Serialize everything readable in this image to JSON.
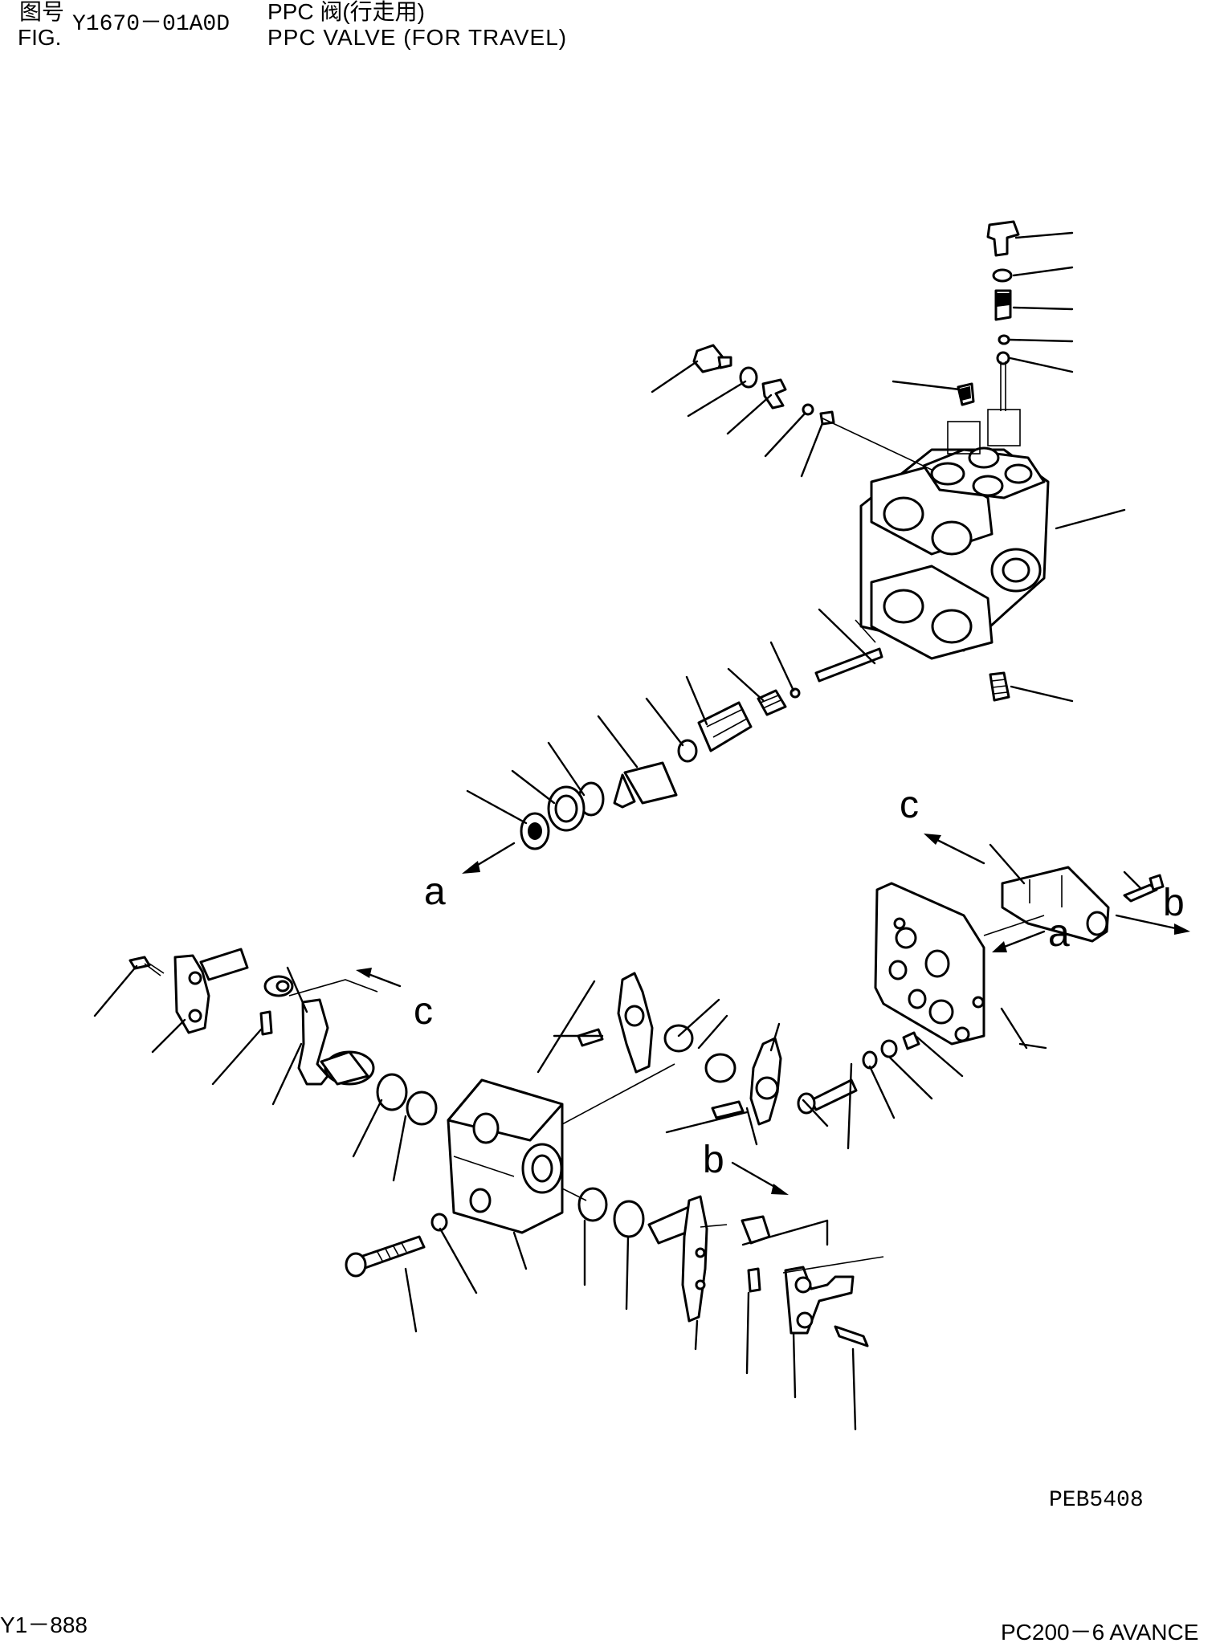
{
  "header": {
    "fig_cn_label": "图号",
    "fig_en_label": "FIG.",
    "fig_number": "Y1670－01A0D",
    "title_cn": "PPC 阀(行走用)",
    "title_en": "PPC VALVE (FOR TRAVEL)"
  },
  "callouts": {
    "a_upper": "a",
    "a_right": "a",
    "b_right": "b",
    "b_lower": "b",
    "c_upper": "c",
    "c_left": "c"
  },
  "drawing_code": "PEB5408",
  "footer": {
    "page": "Y1－888",
    "model": "PC200－6 AVANCE"
  }
}
